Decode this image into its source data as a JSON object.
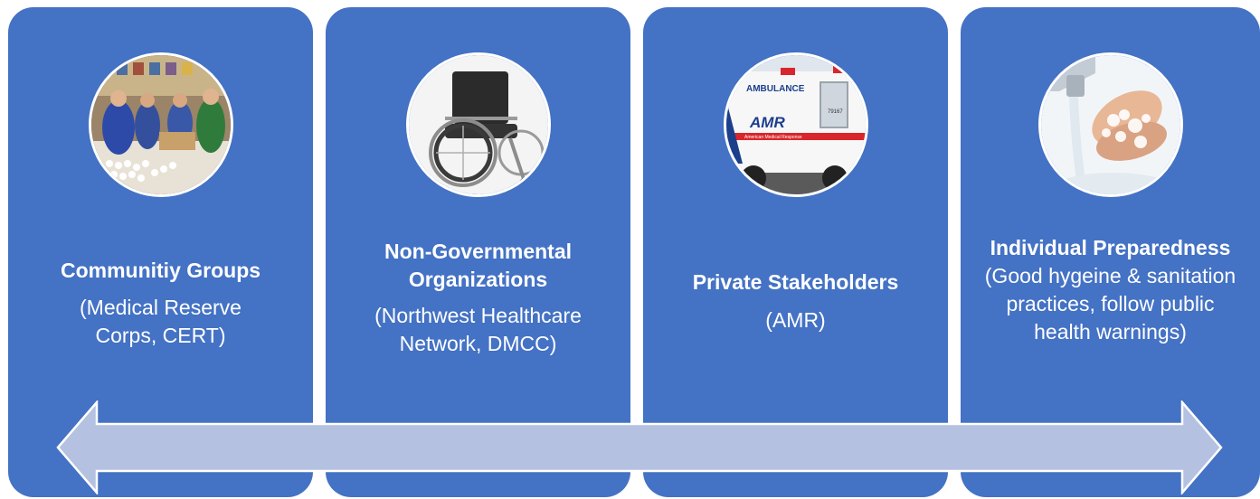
{
  "panels": [
    {
      "title": "Communitiy Groups",
      "subtitle": "(Medical Reserve Corps, CERT)",
      "image": "volunteers-photo"
    },
    {
      "title": "Non-Governmental Organizations",
      "subtitle": "(Northwest Healthcare Network, DMCC)",
      "image": "wheelchair-photo"
    },
    {
      "title": "Private Stakeholders",
      "subtitle": "(AMR)",
      "image": "ambulance-photo",
      "ambulance_text": "AMBULANCE",
      "ambulance_logo": "AMR",
      "ambulance_unit": "79167",
      "ambulance_company": "American Medical Response"
    },
    {
      "title": "Individual Preparedness",
      "subtitle": " (Good hygeine & sanitation practices, follow public health warnings)",
      "image": "handwashing-photo"
    }
  ],
  "colors": {
    "panel": "#4472c4",
    "arrow_fill": "#b4c1e1",
    "arrow_stroke": "#ffffff"
  },
  "arrow": {
    "direction": "bidirectional",
    "icon": "double-arrow"
  }
}
